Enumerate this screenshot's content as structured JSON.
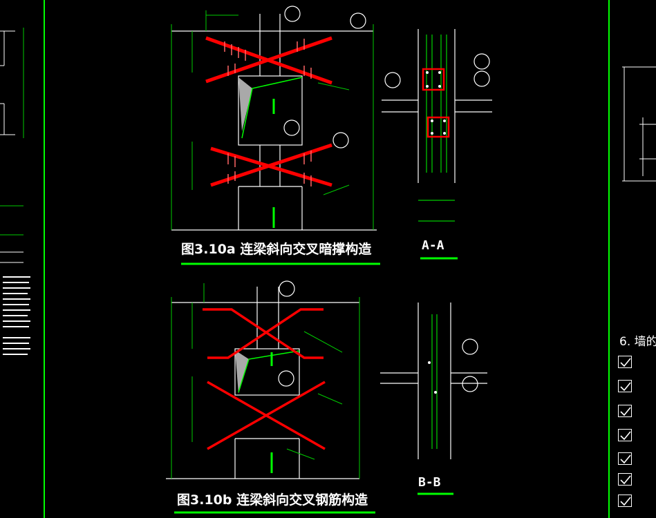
{
  "captions": {
    "fig_a": "图3.10a 连梁斜向交叉暗撑构造",
    "fig_b": "图3.10b 连梁斜向交叉钢筋构造"
  },
  "sections": {
    "aa": "A-A",
    "bb": "B-B"
  },
  "right_panel": {
    "heading": "6. 墙的",
    "checkboxes": [
      true,
      true,
      true,
      true,
      true,
      true,
      true
    ]
  },
  "colors": {
    "background": "#000000",
    "frame_green": "#00ff00",
    "drawing_white": "#ffffff",
    "rebar_red": "#ff0000",
    "dimension_green": "#00cc00"
  }
}
